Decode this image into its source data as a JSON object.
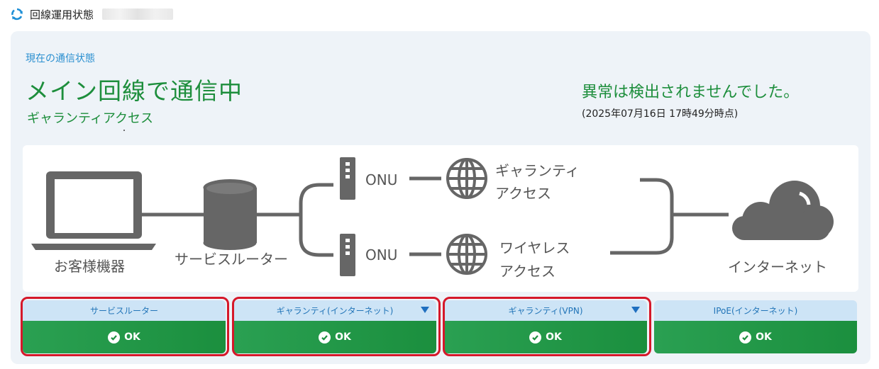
{
  "header": {
    "title": "回線運用状態",
    "icon": "refresh-icon"
  },
  "status": {
    "label": "現在の通信状態",
    "main": "メイン回線で通信中",
    "service": "ギャランティアクセス",
    "message": "異常は検出されませんでした。",
    "timestamp": "(2025年07月16日 17時49分時点)"
  },
  "diagram": {
    "device_label": "お客様機器",
    "router_label": "サービスルーター",
    "onu1_label": "ONU",
    "onu2_label": "ONU",
    "line1_label_1": "ギャランティ",
    "line1_label_2": "アクセス",
    "line2_label_1": "ワイヤレス",
    "line2_label_2": "アクセス",
    "internet_label": "インターネット"
  },
  "tiles": [
    {
      "label": "サービスルーター",
      "status": "OK",
      "dropdown": false,
      "highlighted": true
    },
    {
      "label": "ギャランティ(インターネット)",
      "status": "OK",
      "dropdown": true,
      "highlighted": true
    },
    {
      "label": "ギャランティ(VPN)",
      "status": "OK",
      "dropdown": true,
      "highlighted": true
    },
    {
      "label": "IPoE(インターネット)",
      "status": "OK",
      "dropdown": false,
      "highlighted": false
    }
  ],
  "colors": {
    "accent_blue": "#2a8fd0",
    "status_green": "#1d8e3c",
    "ok_green": "#1b8f3e",
    "highlight_red": "#d5182a"
  }
}
